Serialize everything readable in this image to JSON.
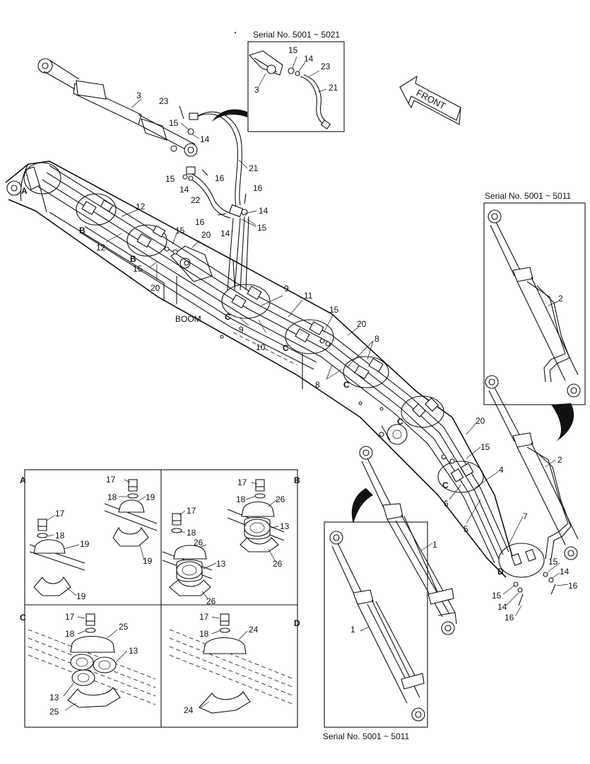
{
  "captions": {
    "serial_top": "Serial No. 5001 ~ 5021",
    "serial_right": "Serial No. 5001 ~ 5011",
    "serial_bottom": "Serial No. 5001 ~ 5011",
    "front": "FRONT",
    "boom": "BOOM"
  },
  "detail_titles": {
    "A": "A",
    "B": "B",
    "C": "C",
    "D": "D"
  },
  "main_labels": [
    {
      "id": "m3",
      "text": "3"
    },
    {
      "id": "m23",
      "text": "23"
    },
    {
      "id": "m15a",
      "text": "15"
    },
    {
      "id": "m14a",
      "text": "14"
    },
    {
      "id": "m21",
      "text": "21"
    },
    {
      "id": "m15b",
      "text": "15"
    },
    {
      "id": "m16a",
      "text": "16"
    },
    {
      "id": "m14b",
      "text": "14"
    },
    {
      "id": "m22",
      "text": "22"
    },
    {
      "id": "m16b",
      "text": "16"
    },
    {
      "id": "m14c",
      "text": "14"
    },
    {
      "id": "m16c",
      "text": "16"
    },
    {
      "id": "m14d",
      "text": "14"
    },
    {
      "id": "m15c",
      "text": "15"
    },
    {
      "id": "m12a",
      "text": "12"
    },
    {
      "id": "m12b",
      "text": "12"
    },
    {
      "id": "m15d",
      "text": "15"
    },
    {
      "id": "m20a",
      "text": "20"
    },
    {
      "id": "m15e",
      "text": "15"
    },
    {
      "id": "m20b",
      "text": "20"
    },
    {
      "id": "m9a",
      "text": "9"
    },
    {
      "id": "m11",
      "text": "11"
    },
    {
      "id": "m9b",
      "text": "9"
    },
    {
      "id": "m10",
      "text": "10"
    },
    {
      "id": "m15f",
      "text": "15"
    },
    {
      "id": "m20c",
      "text": "20"
    },
    {
      "id": "m8a",
      "text": "8"
    },
    {
      "id": "m8b",
      "text": "8"
    },
    {
      "id": "m20d",
      "text": "20"
    },
    {
      "id": "m15g",
      "text": "15"
    },
    {
      "id": "m4",
      "text": "4"
    },
    {
      "id": "m6",
      "text": "6"
    },
    {
      "id": "m5",
      "text": "5"
    },
    {
      "id": "m7",
      "text": "7"
    },
    {
      "id": "m1a",
      "text": "1"
    },
    {
      "id": "m2a",
      "text": "2"
    },
    {
      "id": "m2b",
      "text": "2"
    },
    {
      "id": "m15h",
      "text": "15"
    },
    {
      "id": "m14e",
      "text": "14"
    },
    {
      "id": "m16d",
      "text": "16"
    },
    {
      "id": "m15i",
      "text": "15"
    },
    {
      "id": "m14f",
      "text": "14"
    },
    {
      "id": "m16e",
      "text": "16"
    },
    {
      "id": "m1b",
      "text": "1"
    },
    {
      "id": "i15",
      "text": "15"
    },
    {
      "id": "i14",
      "text": "14"
    },
    {
      "id": "i23",
      "text": "23"
    },
    {
      "id": "i3",
      "text": "3"
    },
    {
      "id": "i21",
      "text": "21"
    }
  ],
  "callouts": [
    {
      "id": "cA",
      "text": "A"
    },
    {
      "id": "cB1",
      "text": "B"
    },
    {
      "id": "cB2",
      "text": "B"
    },
    {
      "id": "cC1",
      "text": "C"
    },
    {
      "id": "cC2",
      "text": "C"
    },
    {
      "id": "cC3",
      "text": "C"
    },
    {
      "id": "cC4",
      "text": "C"
    },
    {
      "id": "cC5",
      "text": "C"
    },
    {
      "id": "cD",
      "text": "D"
    }
  ],
  "detail_labels": [
    {
      "id": "a17a",
      "text": "17"
    },
    {
      "id": "a18a",
      "text": "18"
    },
    {
      "id": "a19a",
      "text": "19"
    },
    {
      "id": "a19b",
      "text": "19"
    },
    {
      "id": "a17b",
      "text": "17"
    },
    {
      "id": "a18b",
      "text": "18"
    },
    {
      "id": "a19c",
      "text": "19"
    },
    {
      "id": "a19d",
      "text": "19"
    },
    {
      "id": "b17a",
      "text": "17"
    },
    {
      "id": "b18a",
      "text": "18"
    },
    {
      "id": "b26a",
      "text": "26"
    },
    {
      "id": "b13a",
      "text": "13"
    },
    {
      "id": "b26b",
      "text": "26"
    },
    {
      "id": "b17b",
      "text": "17"
    },
    {
      "id": "b18b",
      "text": "18"
    },
    {
      "id": "b26c",
      "text": "26"
    },
    {
      "id": "b13b",
      "text": "13"
    },
    {
      "id": "b26d",
      "text": "26"
    },
    {
      "id": "c17",
      "text": "17"
    },
    {
      "id": "c18",
      "text": "18"
    },
    {
      "id": "c25a",
      "text": "25"
    },
    {
      "id": "c13a",
      "text": "13"
    },
    {
      "id": "c13b",
      "text": "13"
    },
    {
      "id": "c25b",
      "text": "25"
    },
    {
      "id": "d17",
      "text": "17"
    },
    {
      "id": "d18",
      "text": "18"
    },
    {
      "id": "d24a",
      "text": "24"
    },
    {
      "id": "d24b",
      "text": "24"
    }
  ]
}
